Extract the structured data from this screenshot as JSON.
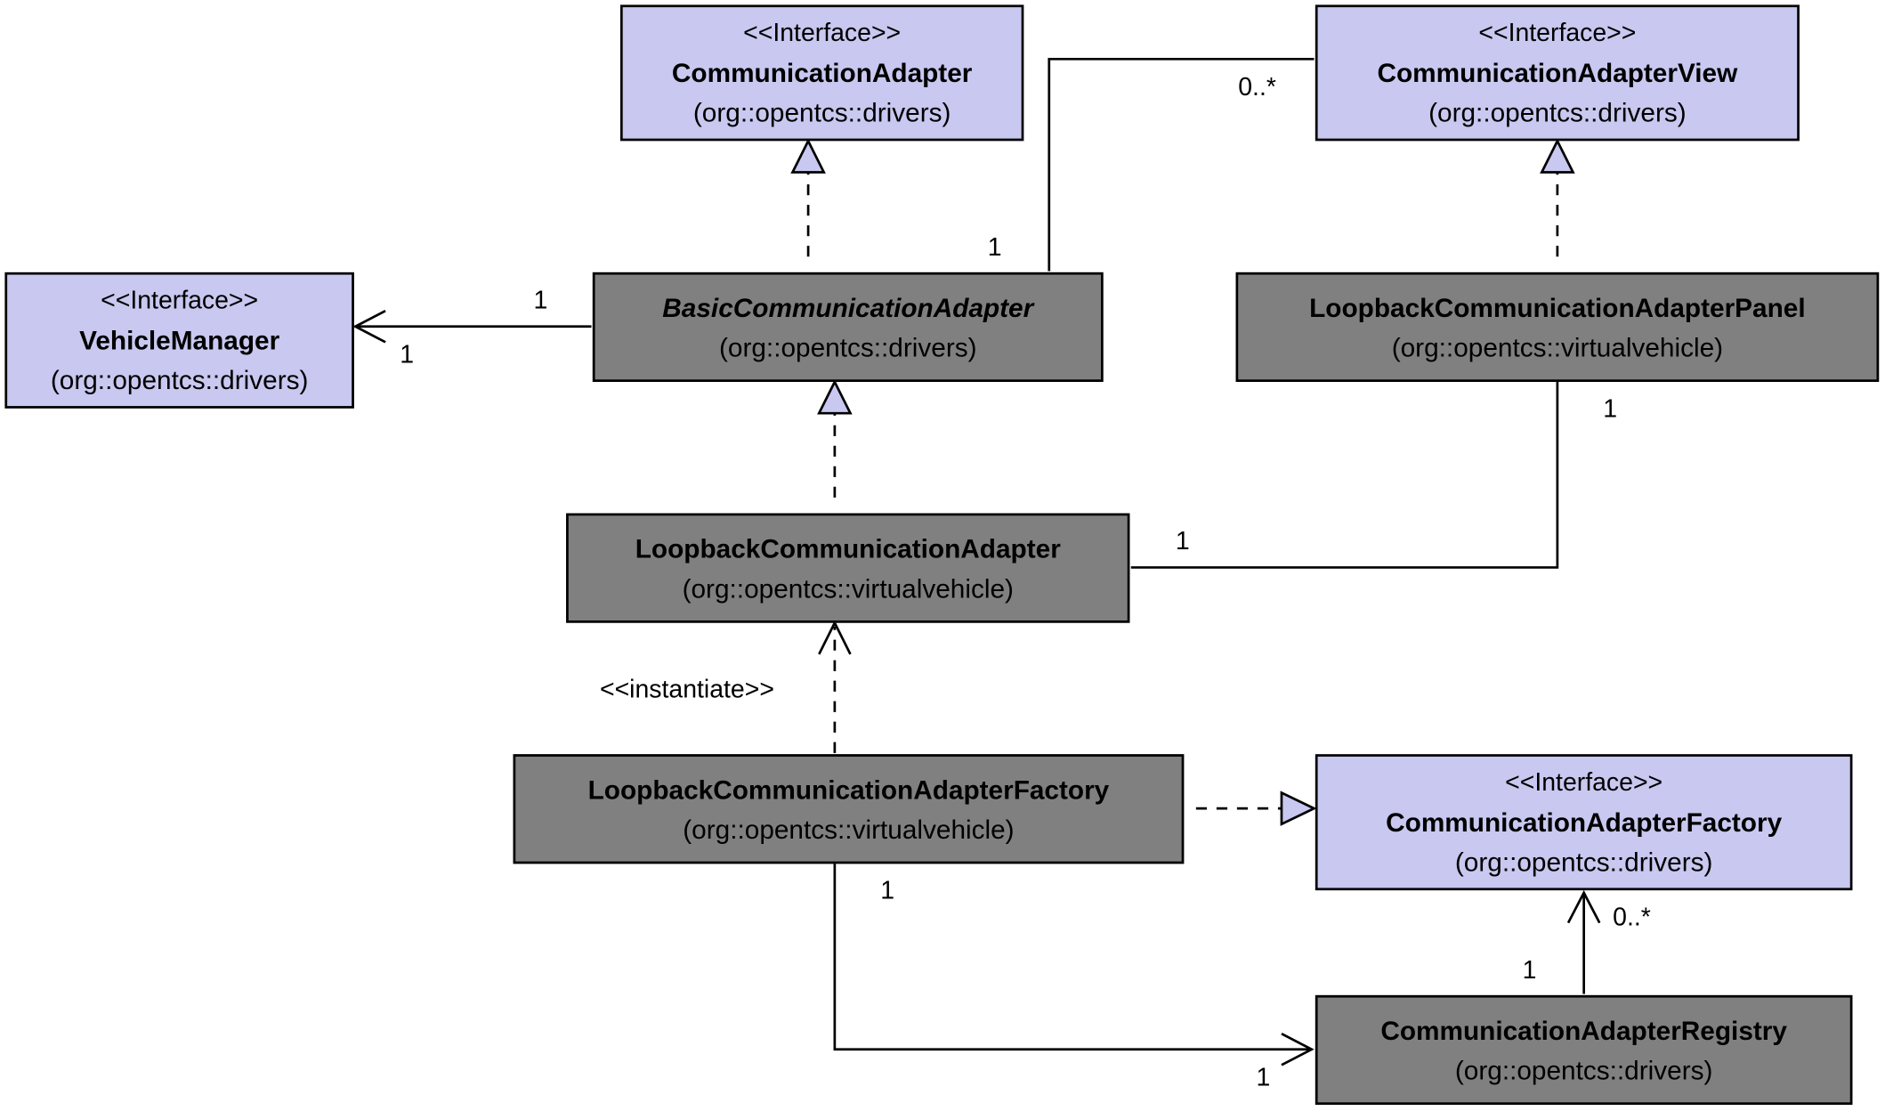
{
  "colors": {
    "interface_fill": "#c8c8f0",
    "class_fill": "#808080",
    "line": "#000000"
  },
  "classes": {
    "communication_adapter": {
      "stereotype": "<<Interface>>",
      "name": "CommunicationAdapter",
      "package": "(org::opentcs::drivers)"
    },
    "communication_adapter_view": {
      "stereotype": "<<Interface>>",
      "name": "CommunicationAdapterView",
      "package": "(org::opentcs::drivers)"
    },
    "vehicle_manager": {
      "stereotype": "<<Interface>>",
      "name": "VehicleManager",
      "package": "(org::opentcs::drivers)"
    },
    "basic_communication_adapter": {
      "name": "BasicCommunicationAdapter",
      "package": "(org::opentcs::drivers)"
    },
    "loopback_panel": {
      "name": "LoopbackCommunicationAdapterPanel",
      "package": "(org::opentcs::virtualvehicle)"
    },
    "loopback_adapter": {
      "name": "LoopbackCommunicationAdapter",
      "package": "(org::opentcs::virtualvehicle)"
    },
    "loopback_factory": {
      "name": "LoopbackCommunicationAdapterFactory",
      "package": "(org::opentcs::virtualvehicle)"
    },
    "adapter_factory": {
      "stereotype": "<<Interface>>",
      "name": "CommunicationAdapterFactory",
      "package": "(org::opentcs::drivers)"
    },
    "adapter_registry": {
      "name": "CommunicationAdapterRegistry",
      "package": "(org::opentcs::drivers)"
    }
  },
  "relations": {
    "basic_to_view": {
      "source_mult": "1",
      "target_mult": "0..*"
    },
    "basic_to_vehicle_manager": {
      "source_mult": "1",
      "target_mult": "1"
    },
    "panel_to_adapter": {
      "panel_mult": "1",
      "adapter_mult": "1"
    },
    "factory_instantiates_adapter": {
      "label": "<<instantiate>>"
    },
    "factory_to_registry": {
      "source_mult": "1",
      "target_mult": "1"
    },
    "registry_to_adapter_factory": {
      "source_mult": "1",
      "target_mult": "0..*"
    }
  }
}
